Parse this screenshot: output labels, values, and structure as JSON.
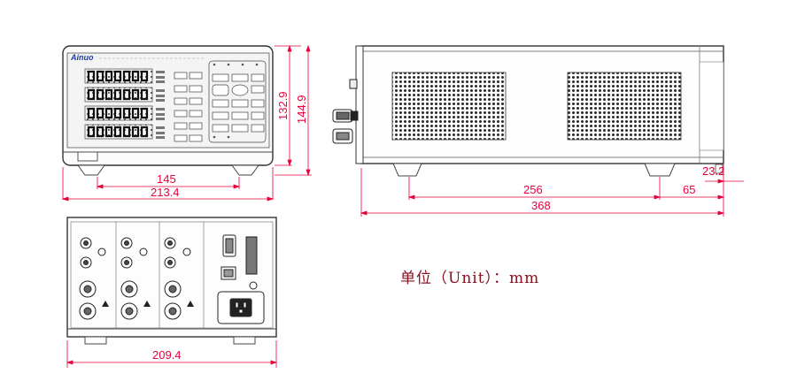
{
  "brand": "Ainuo",
  "unit_label": "单位（Unit）：mm",
  "dimensions": {
    "front_height_inner": "132.9",
    "front_height_outer": "144.9",
    "front_width_inner": "145",
    "front_width_outer": "213.4",
    "side_foot_offset": "23.2",
    "side_foot_span": "256",
    "side_rear_span": "65",
    "side_depth": "368",
    "rear_width": "209.4"
  },
  "colors": {
    "dimension": "#e8003a",
    "outline": "#333333",
    "unit_text": "#8a1020"
  }
}
